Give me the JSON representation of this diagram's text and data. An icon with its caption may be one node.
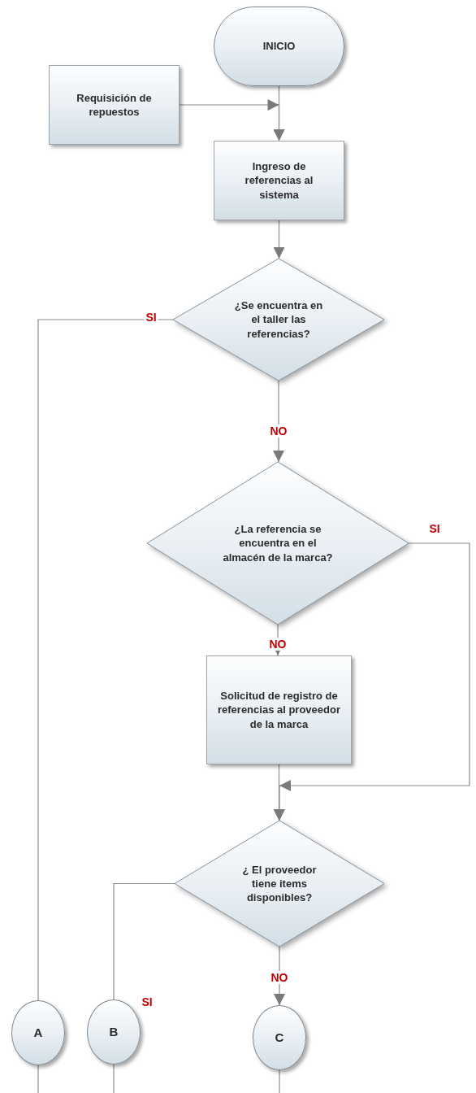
{
  "diagram": {
    "nodes": [
      {
        "text": [
          "INICIO"
        ]
      },
      {
        "text": [
          "Requisición de repuestos"
        ]
      },
      {
        "text": [
          "Ingreso de referencias al sistema"
        ]
      },
      {
        "text": [
          "¿Se encuentra en el taller las referencias?"
        ]
      },
      {
        "text": [
          "¿La referencia se encuentra en el almacén de la marca?"
        ]
      },
      {
        "text": [
          "Solicitud de registro de referencias al proveedor de la marca"
        ]
      },
      {
        "text": [
          "¿ El proveedor tiene items disponibles?"
        ]
      },
      {
        "text": [
          "A"
        ]
      },
      {
        "text": [
          "B"
        ]
      },
      {
        "text": [
          "C"
        ]
      }
    ],
    "edges": [
      {
        "from": 0,
        "to": 2,
        "arrow": "to"
      },
      {
        "from": 1,
        "to": 2,
        "arrow": "to"
      },
      {
        "from": 2,
        "to": 3,
        "arrow": "to"
      },
      {
        "from": 3,
        "to": 7,
        "arrow": "none",
        "label": "SI"
      },
      {
        "from": 3,
        "to": 4,
        "arrow": "to",
        "label": "NO"
      },
      {
        "from": 4,
        "to": 5,
        "arrow": "to",
        "label": "NO"
      },
      {
        "from": 4,
        "to": 6,
        "arrow": "to",
        "label": "SI"
      },
      {
        "from": 5,
        "to": 6,
        "arrow": "to"
      },
      {
        "from": 6,
        "to": 8,
        "arrow": "none",
        "label": "SI"
      },
      {
        "from": 6,
        "to": 9,
        "arrow": "to",
        "label": "NO"
      },
      {
        "from": 7,
        "to": null,
        "arrow": "none"
      },
      {
        "from": 8,
        "to": null,
        "arrow": "none"
      },
      {
        "from": 9,
        "to": null,
        "arrow": "none"
      }
    ]
  }
}
